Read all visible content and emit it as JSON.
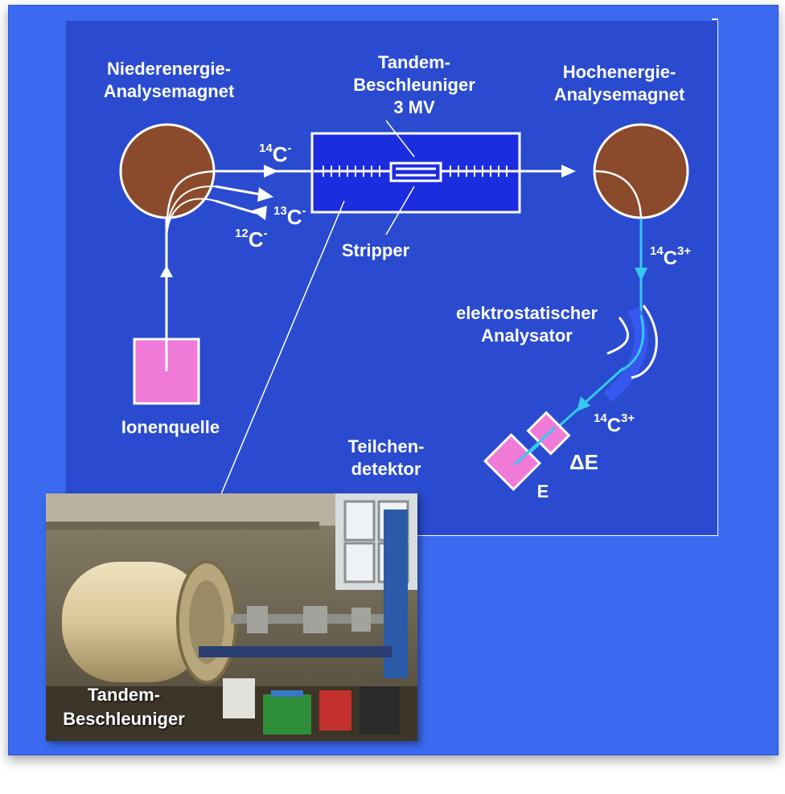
{
  "labels": {
    "low_magnet_line1": "Niederenergie-",
    "low_magnet_line2": "Analysemagnet",
    "tandem_line1": "Tandem-",
    "tandem_line2": "Beschleuniger",
    "tandem_line3": "3 MV",
    "high_magnet_line1": "Hochenergie-",
    "high_magnet_line2": "Analysemagnet",
    "stripper": "Stripper",
    "esa_line1": "elektrostatischer",
    "esa_line2": "Analysator",
    "ion_source": "Ionenquelle",
    "detector_line1": "Teilchen-",
    "detector_line2": "detektor",
    "delta_e": "ΔE",
    "e": "E"
  },
  "isotopes": {
    "c14_minus": {
      "mass": "14",
      "symbol": "C",
      "charge": "-"
    },
    "c13_minus": {
      "mass": "13",
      "symbol": "C",
      "charge": "-"
    },
    "c12_minus": {
      "mass": "12",
      "symbol": "C",
      "charge": "-"
    },
    "c14_3plus_a": {
      "mass": "14",
      "symbol": "C",
      "charge": "3+"
    },
    "c14_3plus_b": {
      "mass": "14",
      "symbol": "C",
      "charge": "3+"
    }
  },
  "photo": {
    "caption_line1": "Tandem-",
    "caption_line2": "Beschleuniger"
  },
  "colors": {
    "background": "#3a6af0",
    "panel": "#2a4bd0",
    "magnet": "#8b4a2b",
    "source": "#f07ad8",
    "accelerator": "#1c2de0",
    "beam_high": "#36c8f0",
    "esa": "#3a5af5"
  }
}
